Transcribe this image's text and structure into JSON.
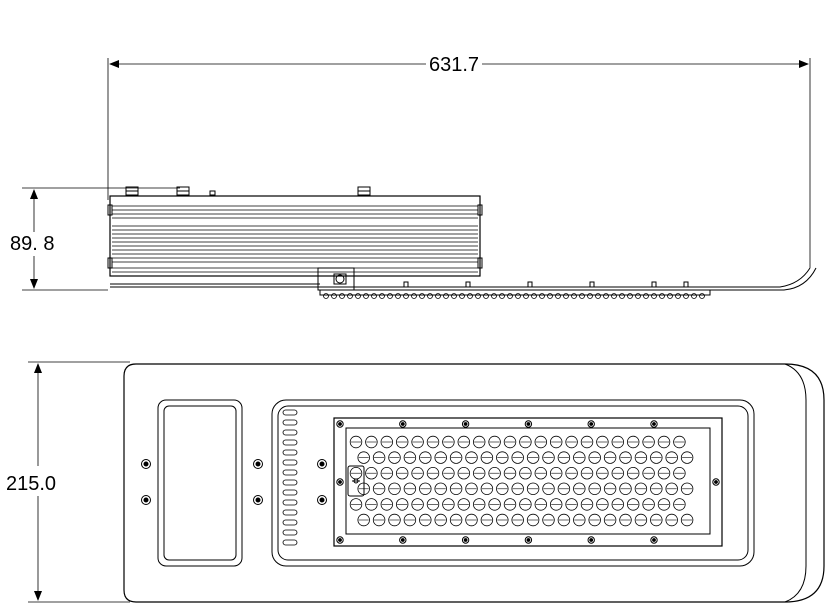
{
  "drawing": {
    "dimensions": {
      "overall_length": "631.7",
      "side_height": "89. 8",
      "overall_width": "215.0"
    },
    "led_module": {
      "rows": 6,
      "columns": 22
    },
    "colors": {
      "line": "#000000",
      "background": "#ffffff"
    }
  }
}
